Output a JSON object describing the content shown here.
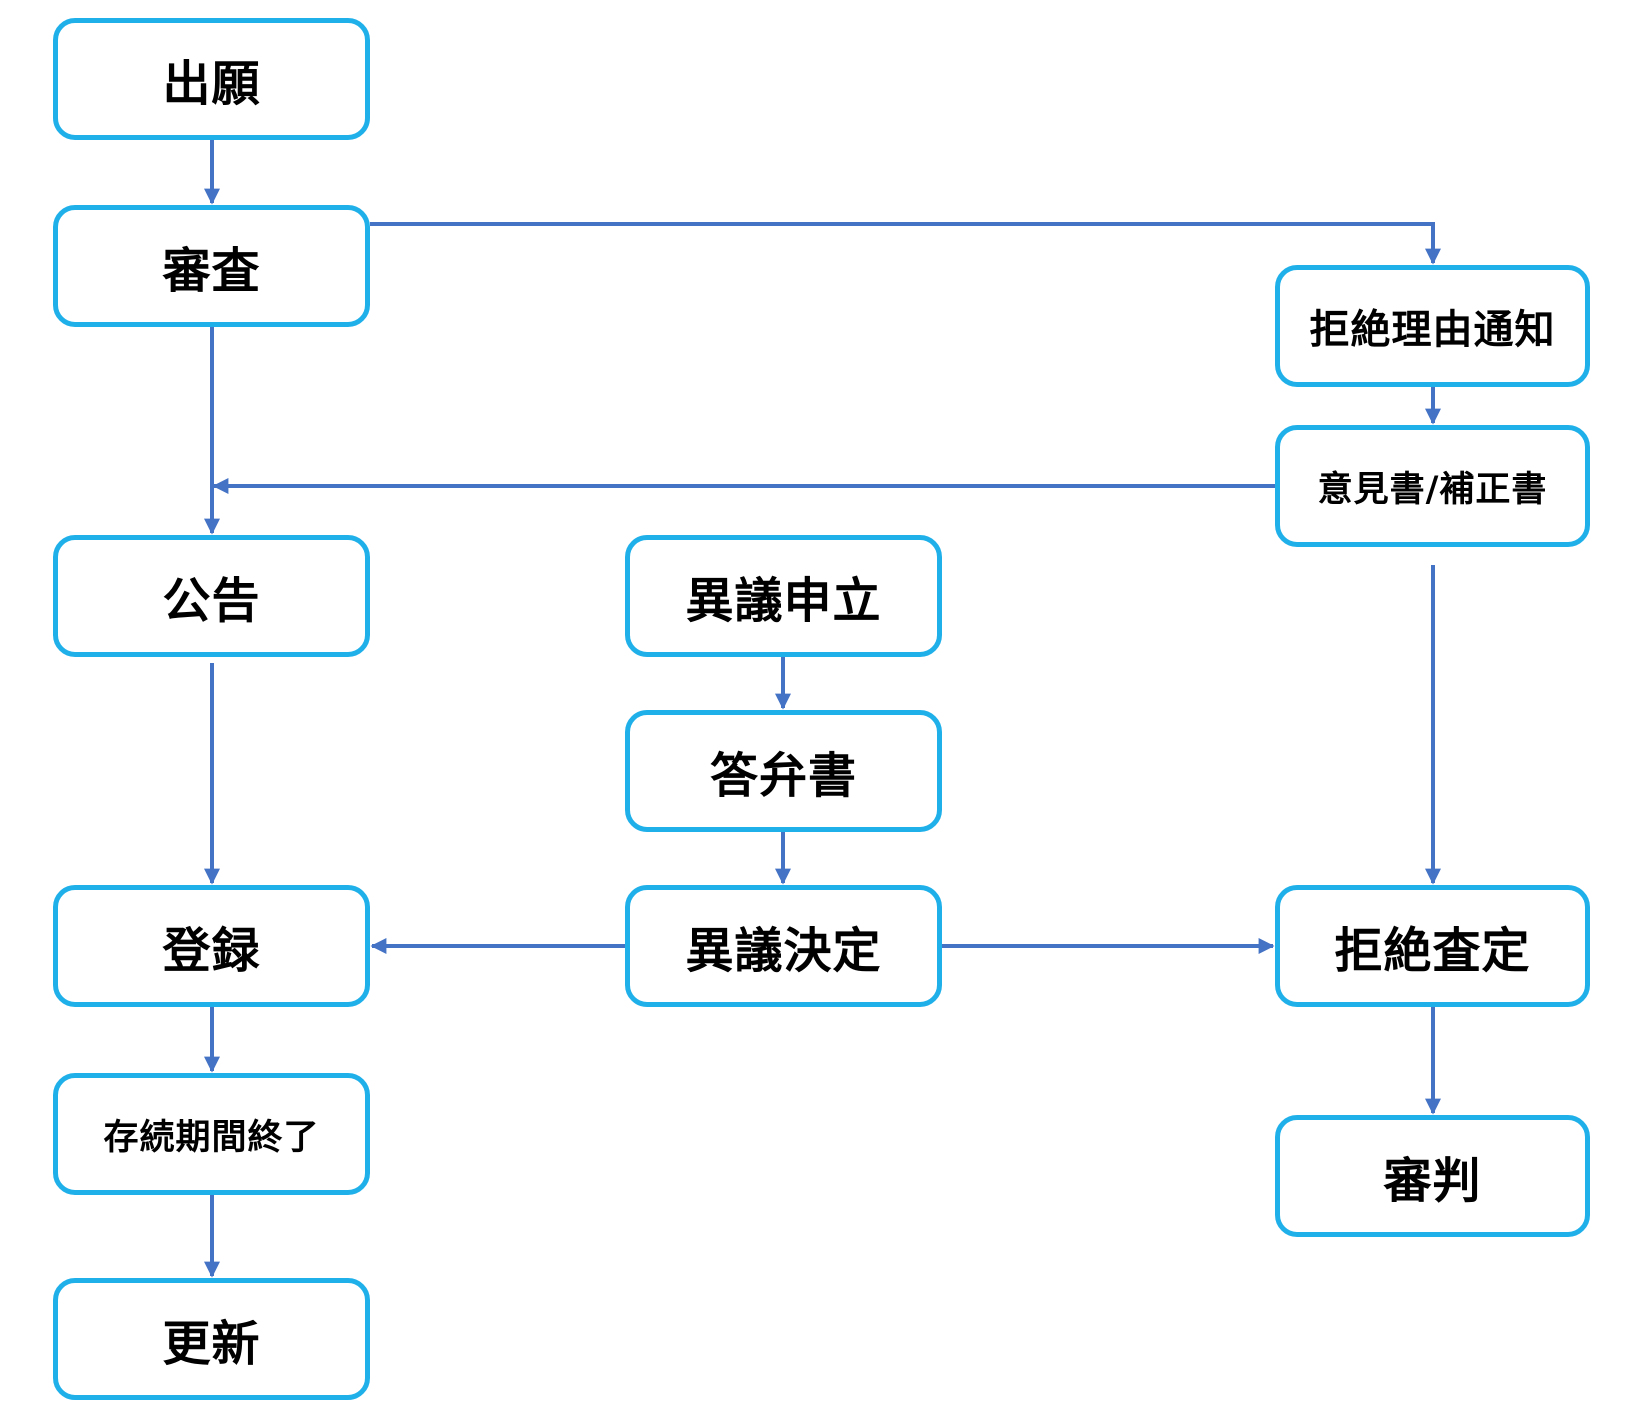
{
  "colors": {
    "box_border": "#1fb0ea",
    "connector": "#4472c4",
    "text": "#000000"
  },
  "nodes": {
    "shutsugan": "出願",
    "shinsa": "審査",
    "kyozetsu_riyu_tsuchi": "拒絶理由通知",
    "ikensho_hoseisho": "意見書/補正書",
    "koukoku": "公告",
    "igi_moushitate": "異議申立",
    "toubensho": "答弁書",
    "touroku": "登録",
    "igi_kettei": "異議決定",
    "kyozetsu_satei": "拒絶査定",
    "sonzoku_kikan_shuuryou": "存続期間終了",
    "shinpan": "審判",
    "koushin": "更新"
  },
  "edges": [
    {
      "from": "出願",
      "to": "審査"
    },
    {
      "from": "審査",
      "to": "拒絶理由通知"
    },
    {
      "from": "審査",
      "to": "公告"
    },
    {
      "from": "拒絶理由通知",
      "to": "意見書/補正書"
    },
    {
      "from": "意見書/補正書",
      "to": "公告"
    },
    {
      "from": "意見書/補正書",
      "to": "拒絶査定"
    },
    {
      "from": "公告",
      "to": "登録"
    },
    {
      "from": "異議申立",
      "to": "答弁書"
    },
    {
      "from": "答弁書",
      "to": "異議決定"
    },
    {
      "from": "異議決定",
      "to": "登録"
    },
    {
      "from": "異議決定",
      "to": "拒絶査定"
    },
    {
      "from": "登録",
      "to": "存続期間終了"
    },
    {
      "from": "存続期間終了",
      "to": "更新"
    },
    {
      "from": "拒絶査定",
      "to": "審判"
    }
  ]
}
